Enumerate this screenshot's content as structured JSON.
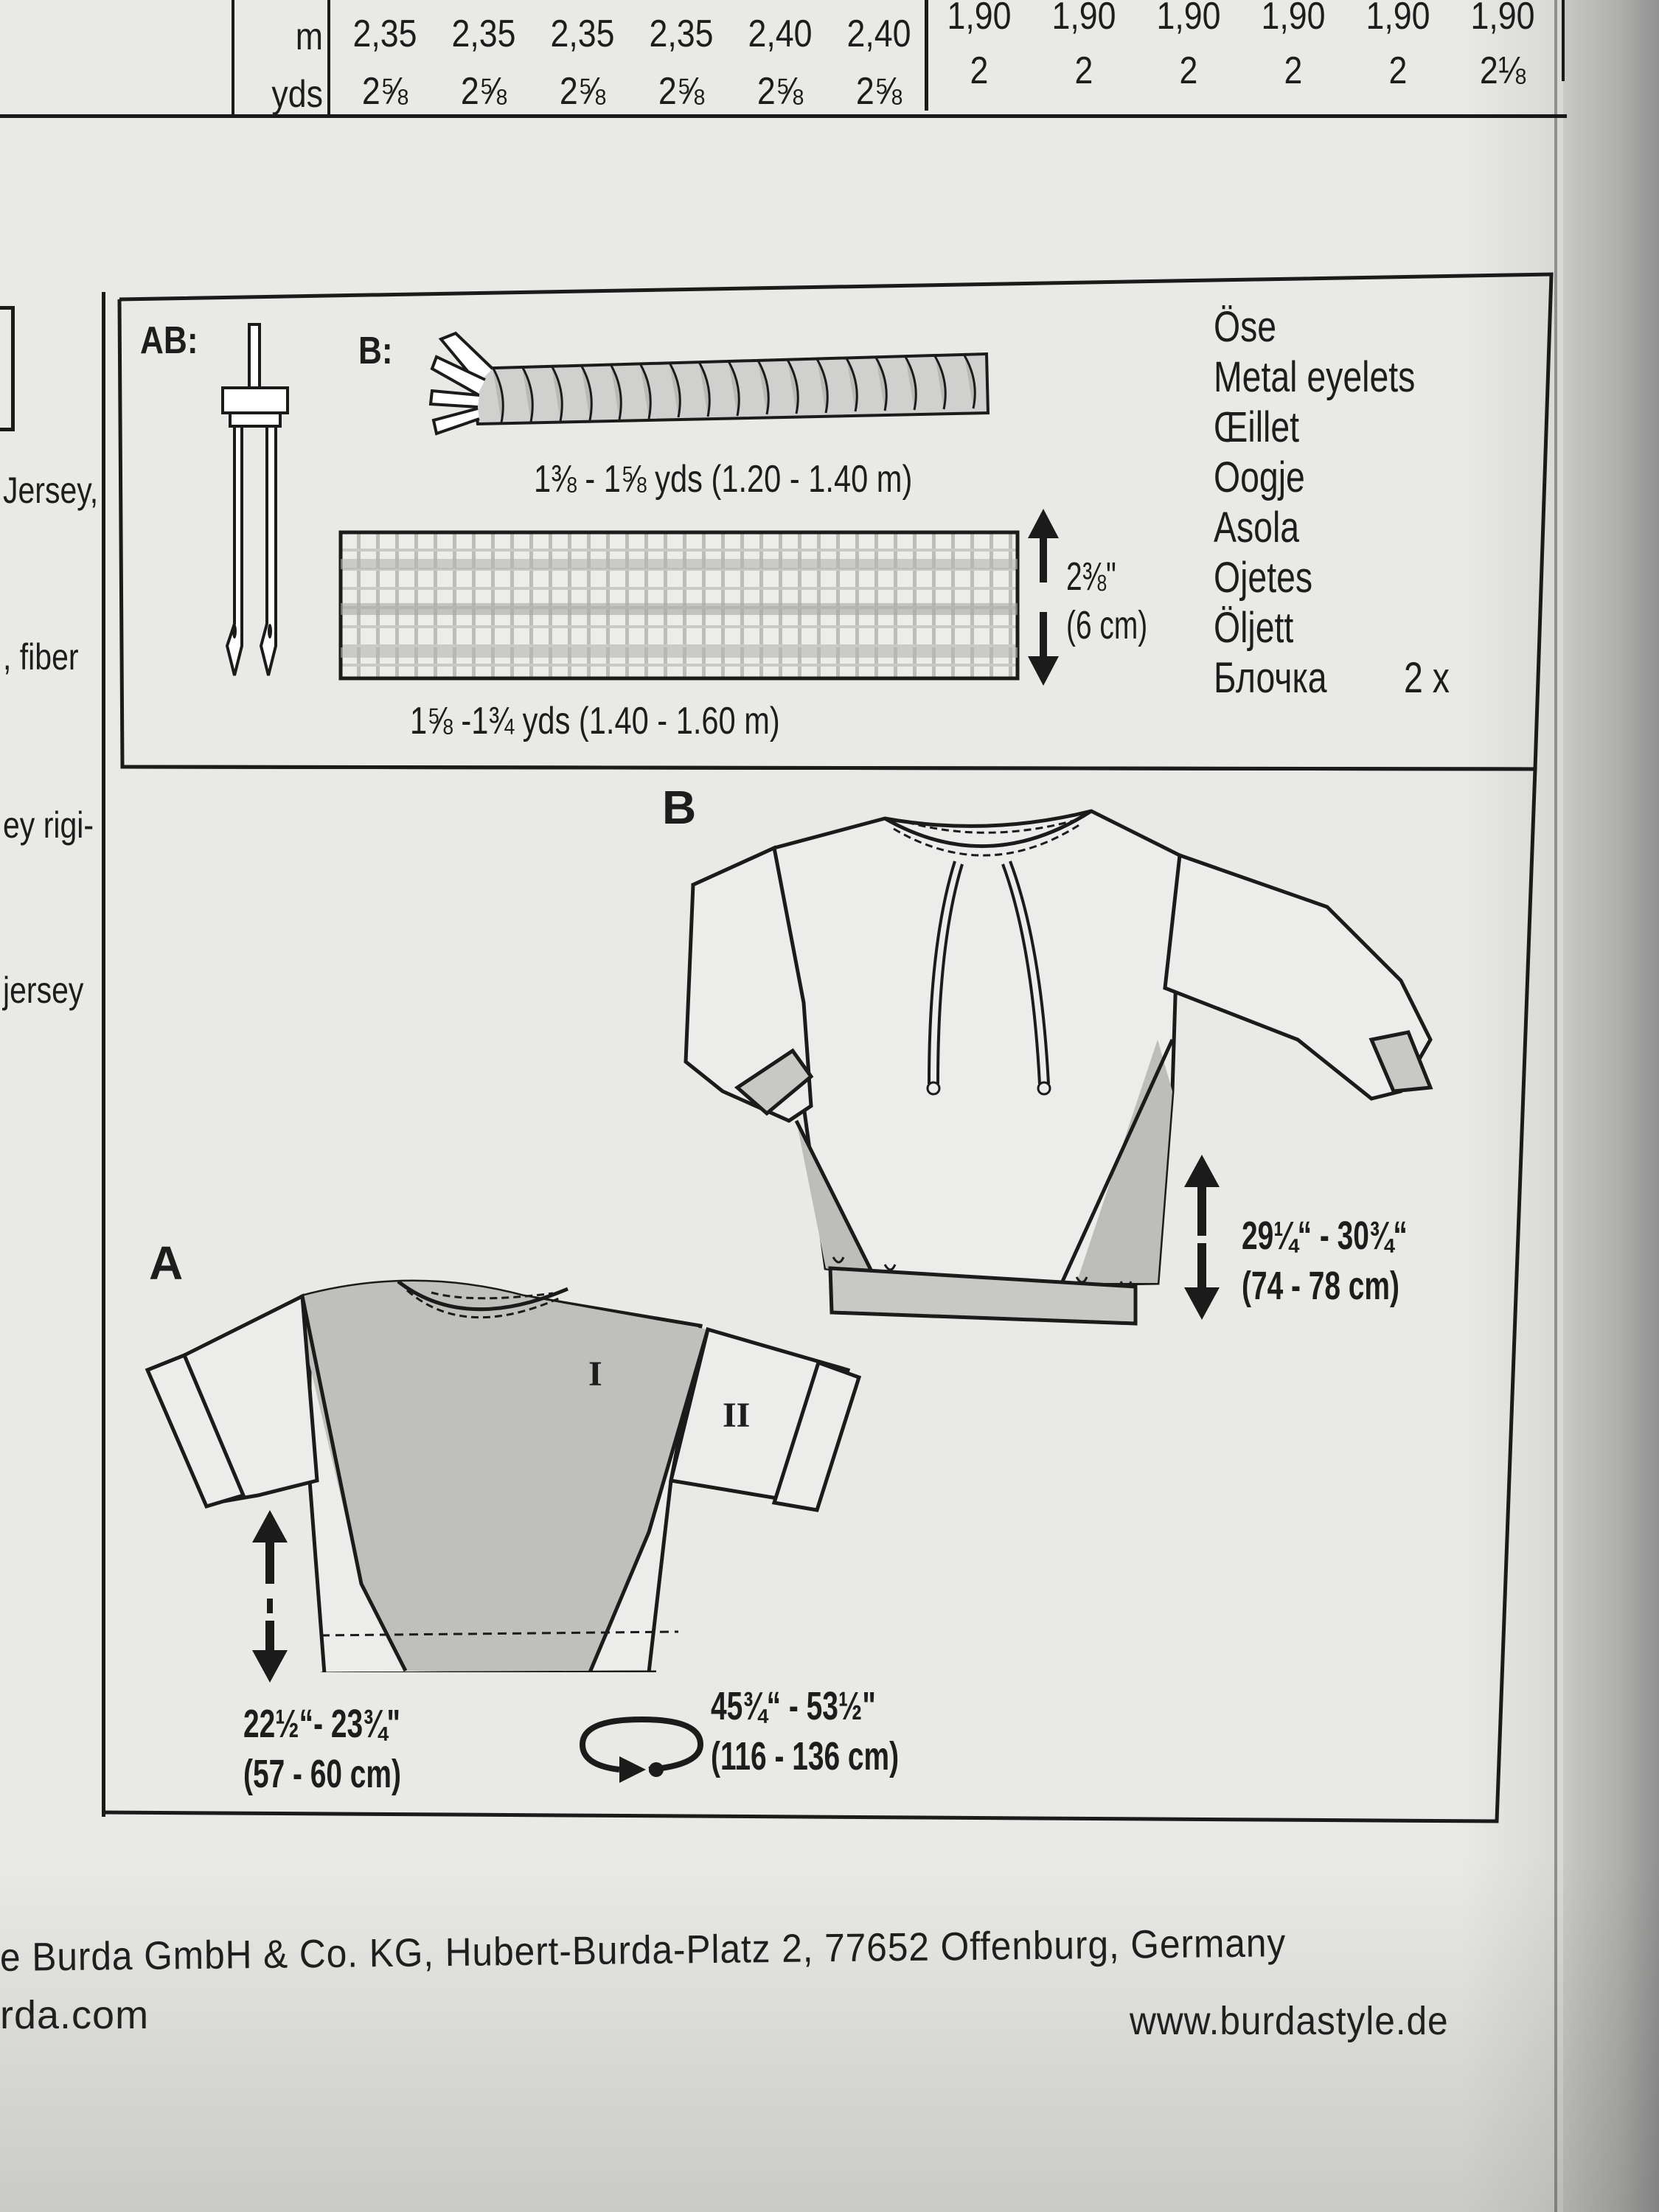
{
  "table": {
    "row_m_label": "m",
    "row_yds_label": "yds",
    "m_values": [
      "2,35",
      "2,35",
      "2,35",
      "2,35",
      "2,40",
      "2,40",
      "1,90",
      "1,90",
      "1,90",
      "1,90",
      "1,90",
      "1,90"
    ],
    "yds_values": [
      "2⅝",
      "2⅝",
      "2⅝",
      "2⅝",
      "2⅝",
      "2⅝",
      "2",
      "2",
      "2",
      "2",
      "2",
      "2⅛"
    ]
  },
  "left_column": {
    "lines": [
      "Jersey,",
      ", fiber",
      "ey rigi-",
      "jersey"
    ]
  },
  "notions": {
    "ab_label": "AB:",
    "b_label": "B:",
    "cord_length": "1⅜ - 1⅝ yds  (1.20 - 1.40 m)",
    "ribbing_length": "1⅝ -1¾ yds  (1.40 - 1.60 m)",
    "ribbing_width_in": "2⅜\"",
    "ribbing_width_cm": "(6 cm)",
    "eyelet_names": [
      "Öse",
      "Metal eyelets",
      "Œillet",
      "Oogje",
      "Asola",
      "Ojetes",
      "Öljett",
      "Блочка"
    ],
    "eyelet_qty": "2 x"
  },
  "views": {
    "b": {
      "label": "B",
      "length_in": "29¼“ - 30¾“",
      "length_cm": "(74 - 78 cm)"
    },
    "a": {
      "label": "A",
      "piece_1": "I",
      "piece_2": "II",
      "length_in": "22½“- 23¾\"",
      "length_cm": "(57 - 60 cm)",
      "width_in": "45¾“ - 53½\"",
      "width_cm": "(116 - 136 cm)"
    }
  },
  "footer": {
    "address": "e Burda GmbH & Co. KG, Hubert-Burda-Platz 2, 77652 Offenburg, Germany",
    "left_site": "rda.com",
    "right_site": "www.burdastyle.de"
  }
}
